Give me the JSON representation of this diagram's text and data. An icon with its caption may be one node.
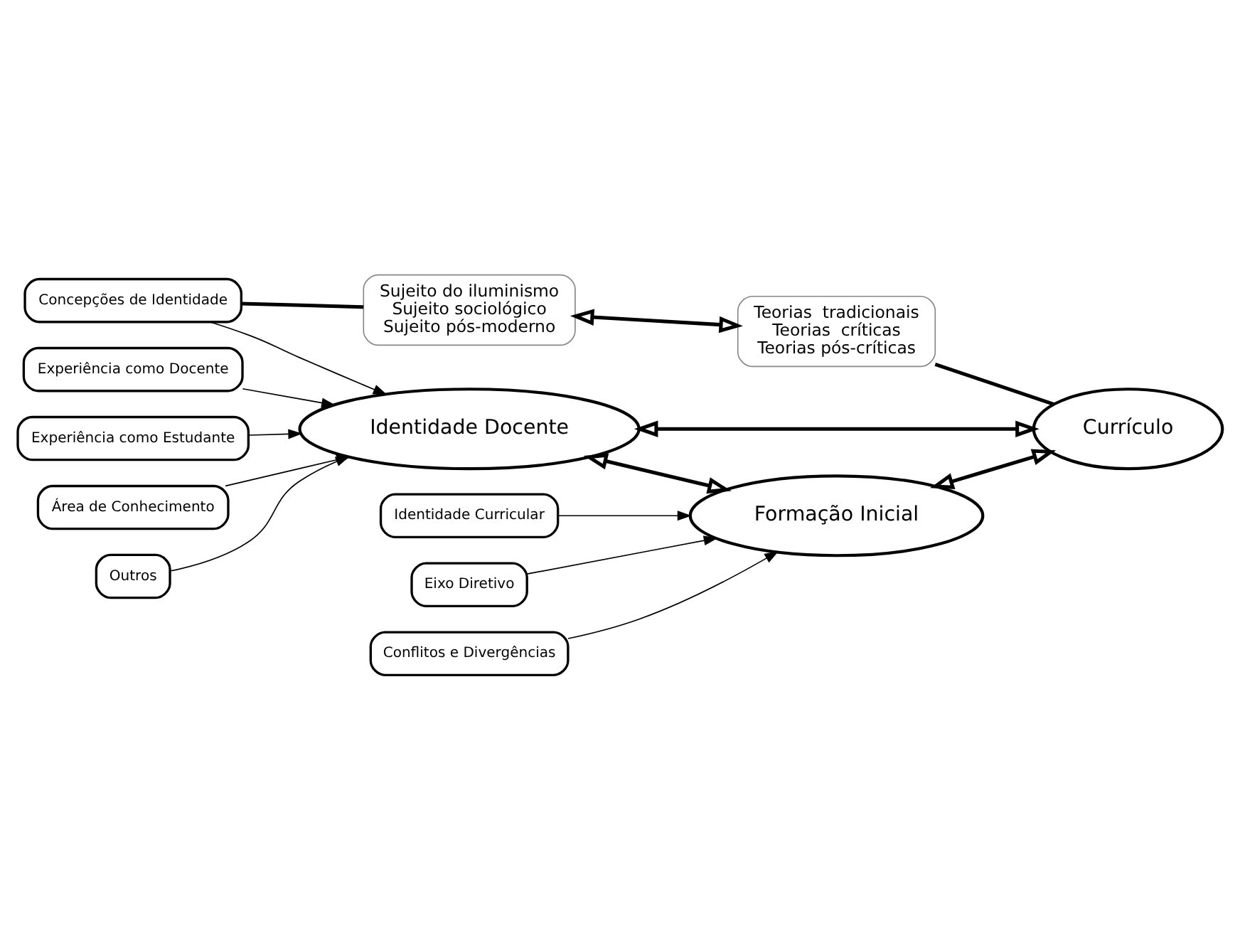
{
  "diagram": {
    "nodes": [
      {
        "text": [
          "Concepções de Identidade"
        ]
      },
      {
        "text": [
          "Sujeito do iluminismo",
          "Sujeito sociológico",
          "Sujeito pós-moderno"
        ]
      },
      {
        "text": [
          "Teorias  tradicionais",
          "Teorias  críticas",
          "Teorias pós-críticas"
        ]
      },
      {
        "text": [
          "Experiência como Docente"
        ]
      },
      {
        "text": [
          "Identidade Docente"
        ]
      },
      {
        "text": [
          "Currículo"
        ]
      },
      {
        "text": [
          "Experiência como Estudante"
        ]
      },
      {
        "text": [
          "Área de Conhecimento"
        ]
      },
      {
        "text": [
          "Formação Inicial"
        ]
      },
      {
        "text": [
          "Outros"
        ]
      },
      {
        "text": [
          "Identidade Curricular"
        ]
      },
      {
        "text": [
          "Eixo Diretivo"
        ]
      },
      {
        "text": [
          "Conflitos e Divergências"
        ]
      }
    ],
    "edges": [
      {
        "from": 0,
        "to": 1,
        "arrow": "none",
        "style": "thick"
      },
      {
        "from": 1,
        "to": 2,
        "arrow": "both",
        "style": "thick"
      },
      {
        "from": 2,
        "to": 5,
        "arrow": "none",
        "style": "thick"
      },
      {
        "from": 0,
        "to": 4,
        "arrow": "to"
      },
      {
        "from": 3,
        "to": 4,
        "arrow": "to"
      },
      {
        "from": 6,
        "to": 4,
        "arrow": "to"
      },
      {
        "from": 7,
        "to": 4,
        "arrow": "to"
      },
      {
        "from": 9,
        "to": 4,
        "arrow": "to"
      },
      {
        "from": 4,
        "to": 5,
        "arrow": "both",
        "style": "thick"
      },
      {
        "from": 4,
        "to": 8,
        "arrow": "both",
        "style": "thick"
      },
      {
        "from": 8,
        "to": 5,
        "arrow": "both",
        "style": "thick"
      },
      {
        "from": 10,
        "to": 8,
        "arrow": "to"
      },
      {
        "from": 11,
        "to": 8,
        "arrow": "to"
      },
      {
        "from": 12,
        "to": 8,
        "arrow": "to"
      }
    ]
  }
}
